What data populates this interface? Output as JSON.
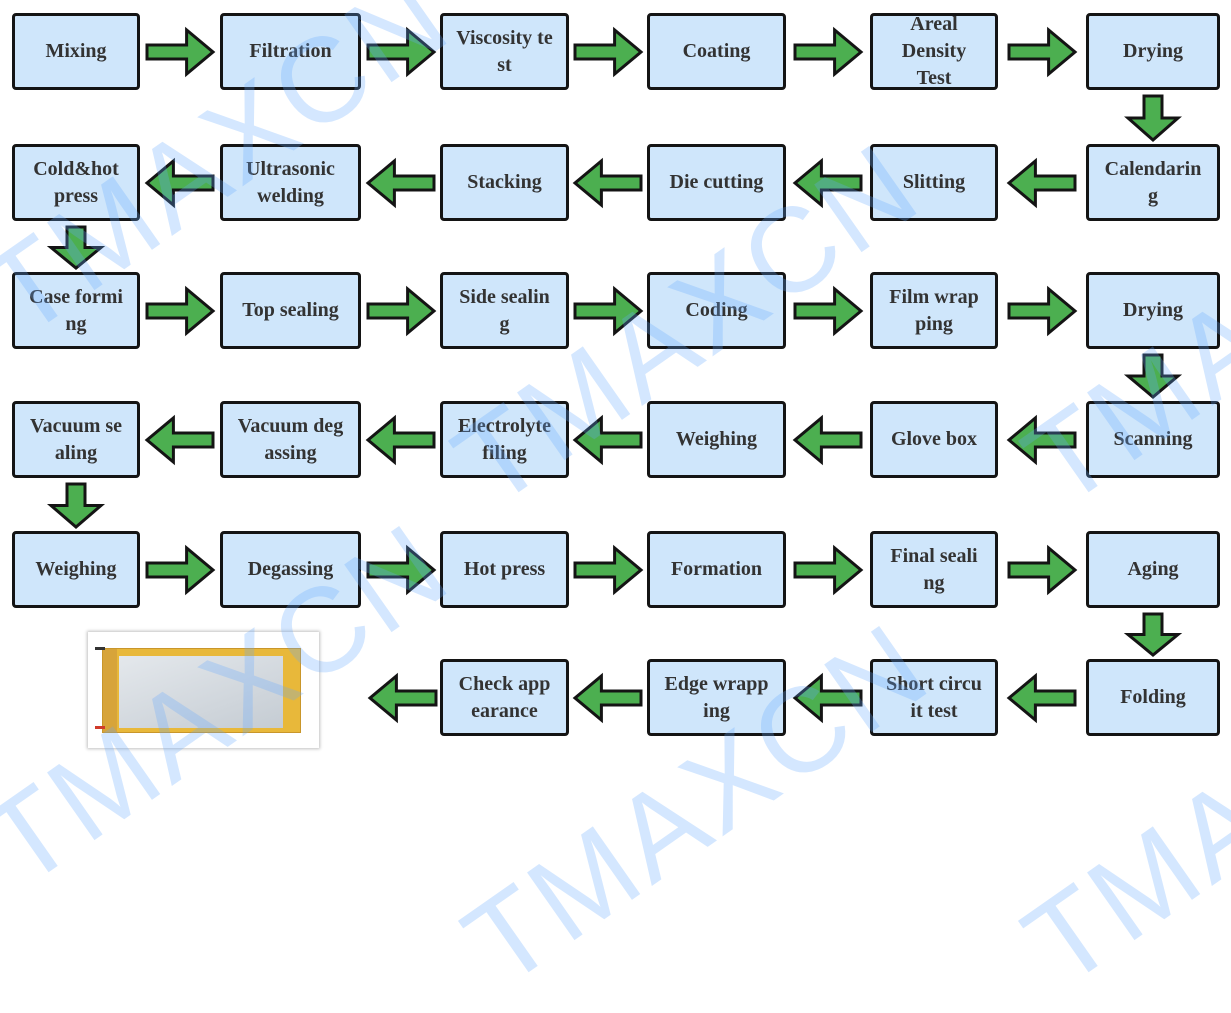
{
  "diagram": {
    "type": "process-flow",
    "colors": {
      "box_fill": "#cfe6fb",
      "box_border": "#141414",
      "arrow_fill": "#4caf50",
      "arrow_stroke": "#141414",
      "text": "#333333",
      "watermark": "#64aaff"
    },
    "watermark_text": "TMAXCN",
    "rows": [
      {
        "direction": "right",
        "steps": [
          {
            "lines": [
              "Mixing"
            ]
          },
          {
            "lines": [
              "Filtration"
            ]
          },
          {
            "lines": [
              "Viscosity te",
              "st"
            ]
          },
          {
            "lines": [
              "Coating"
            ]
          },
          {
            "lines": [
              "Areal",
              "Density",
              "Test"
            ]
          },
          {
            "lines": [
              "Drying"
            ]
          }
        ]
      },
      {
        "direction": "left",
        "steps": [
          {
            "lines": [
              "Cold&hot",
              "press"
            ]
          },
          {
            "lines": [
              "Ultrasonic",
              "welding"
            ]
          },
          {
            "lines": [
              "Stacking"
            ]
          },
          {
            "lines": [
              "Die cutting"
            ]
          },
          {
            "lines": [
              "Slitting"
            ]
          },
          {
            "lines": [
              "Calendarin",
              "g"
            ]
          }
        ]
      },
      {
        "direction": "right",
        "steps": [
          {
            "lines": [
              "Case formi",
              "ng"
            ]
          },
          {
            "lines": [
              "Top sealing"
            ]
          },
          {
            "lines": [
              "Side sealin",
              "g"
            ]
          },
          {
            "lines": [
              "Coding"
            ]
          },
          {
            "lines": [
              "Film wrap",
              "ping"
            ]
          },
          {
            "lines": [
              "Drying"
            ]
          }
        ]
      },
      {
        "direction": "left",
        "steps": [
          {
            "lines": [
              "Vacuum se",
              "aling"
            ]
          },
          {
            "lines": [
              "Vacuum deg",
              "assing"
            ]
          },
          {
            "lines": [
              "Electrolyte",
              "filing"
            ]
          },
          {
            "lines": [
              "Weighing"
            ]
          },
          {
            "lines": [
              "Glove box"
            ]
          },
          {
            "lines": [
              "Scanning"
            ]
          }
        ]
      },
      {
        "direction": "right",
        "steps": [
          {
            "lines": [
              "Weighing"
            ]
          },
          {
            "lines": [
              "Degassing"
            ]
          },
          {
            "lines": [
              "Hot press"
            ]
          },
          {
            "lines": [
              "Formation"
            ]
          },
          {
            "lines": [
              "Final seali",
              "ng"
            ]
          },
          {
            "lines": [
              "Aging"
            ]
          }
        ]
      },
      {
        "direction": "left",
        "steps": [
          null,
          null,
          {
            "lines": [
              "Check app",
              "earance"
            ]
          },
          {
            "lines": [
              "Edge wrapp",
              "ing"
            ]
          },
          {
            "lines": [
              "Short circu",
              "it test"
            ]
          },
          {
            "lines": [
              "Folding"
            ]
          }
        ]
      }
    ],
    "final_product_image": "lithium-polymer-pouch-battery"
  }
}
